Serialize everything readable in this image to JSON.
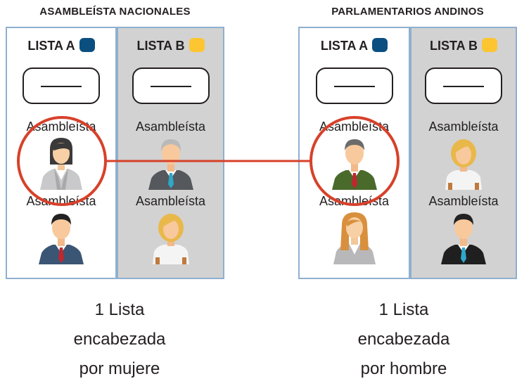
{
  "groups": {
    "left": {
      "title": "ASAMBLEÍSTA NACIONALES",
      "list_a": {
        "label": "LISTA A",
        "color": "#0b4f80",
        "candidate_1": "Asambleísta",
        "candidate_2": "Asambleísta"
      },
      "list_b": {
        "label": "LISTA B",
        "color": "#fcc531",
        "candidate_1": "Asambleísta",
        "candidate_2": "Asambleísta"
      },
      "result": {
        "line1": "1 Lista",
        "line2": "encabezada",
        "line3": "por mujere"
      }
    },
    "right": {
      "title": "PARLAMENTARIOS ANDINOS",
      "list_a": {
        "label": "LISTA A",
        "color": "#0b4f80",
        "candidate_1": "Asambleísta",
        "candidate_2": "Asambleísta"
      },
      "list_b": {
        "label": "LISTA B",
        "color": "#fcc531",
        "candidate_1": "Asambleísta",
        "candidate_2": "Asambleísta"
      },
      "result": {
        "line1": "1 Lista",
        "line2": "encabezada",
        "line3": "por hombre"
      }
    }
  },
  "colors": {
    "highlight": "#d7412a",
    "list_border": "#8fb0cf",
    "list_b_bg": "#d2d2d2"
  },
  "icons": {
    "left_a_1": "woman-gray-suit-icon",
    "left_a_2": "man-blue-suit-icon",
    "left_b_1": "older-man-suit-icon",
    "left_b_2": "blonde-woman-icon",
    "right_a_1": "man-green-suit-icon",
    "right_a_2": "woman-long-hair-icon",
    "right_b_1": "blonde-woman-icon",
    "right_b_2": "man-black-suit-icon"
  }
}
